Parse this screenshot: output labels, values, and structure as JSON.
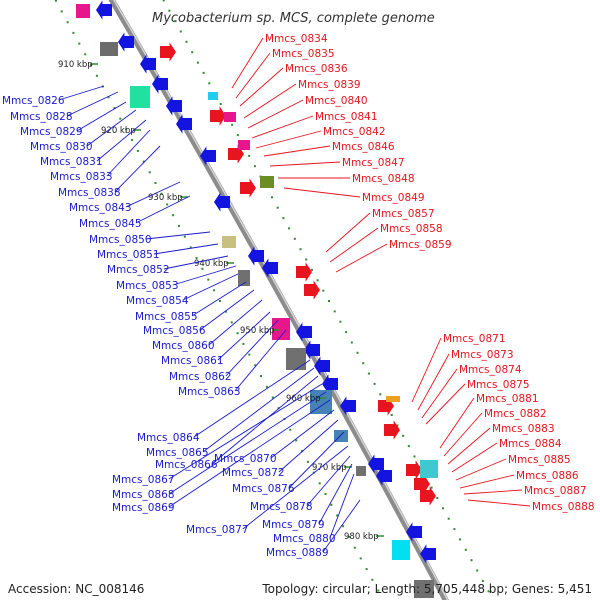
{
  "title": "Mycobacterium sp. MCS, complete genome",
  "accession_text": "Accession: NC_008146",
  "topology_text": "Topology: circular; Length: 5,705,448 bp; Genes: 5,451",
  "colors": {
    "forward_label": "#e8141e",
    "reverse_label": "#1a1acc",
    "backbone": "#8c8c8c",
    "forward_arrow": "#e8141e",
    "reverse_arrow": "#1414e0",
    "tick": "#2e8b2e"
  },
  "scale_labels": [
    "910 kbp",
    "920 kbp",
    "930 kbp",
    "940 kbp",
    "950 kbp",
    "960 kbp",
    "970 kbp",
    "980 kbp"
  ],
  "forward_labels": [
    "Mmcs_0834",
    "Mmcs_0835",
    "Mmcs_0836",
    "Mmcs_0839",
    "Mmcs_0840",
    "Mmcs_0841",
    "Mmcs_0842",
    "Mmcs_0846",
    "Mmcs_0847",
    "Mmcs_0848",
    "Mmcs_0849",
    "Mmcs_0857",
    "Mmcs_0858",
    "Mmcs_0859",
    "Mmcs_0871",
    "Mmcs_0873",
    "Mmcs_0874",
    "Mmcs_0875",
    "Mmcs_0881",
    "Mmcs_0882",
    "Mmcs_0883",
    "Mmcs_0884",
    "Mmcs_0885",
    "Mmcs_0886",
    "Mmcs_0887",
    "Mmcs_0888"
  ],
  "reverse_labels": [
    "Mmcs_0826",
    "Mmcs_0828",
    "Mmcs_0829",
    "Mmcs_0830",
    "Mmcs_0831",
    "Mmcs_0833",
    "Mmcs_0838",
    "Mmcs_0843",
    "Mmcs_0845",
    "Mmcs_0850",
    "Mmcs_0851",
    "Mmcs_0852",
    "Mmcs_0853",
    "Mmcs_0854",
    "Mmcs_0855",
    "Mmcs_0856",
    "Mmcs_0860",
    "Mmcs_0861",
    "Mmcs_0862",
    "Mmcs_0863",
    "Mmcs_0864",
    "Mmcs_0865",
    "Mmcs_0866",
    "Mmcs_0867",
    "Mmcs_0868",
    "Mmcs_0869",
    "Mmcs_0870",
    "Mmcs_0872",
    "Mmcs_0876",
    "Mmcs_0877",
    "Mmcs_0878",
    "Mmcs_0879",
    "Mmcs_0880",
    "Mmcs_0889"
  ]
}
